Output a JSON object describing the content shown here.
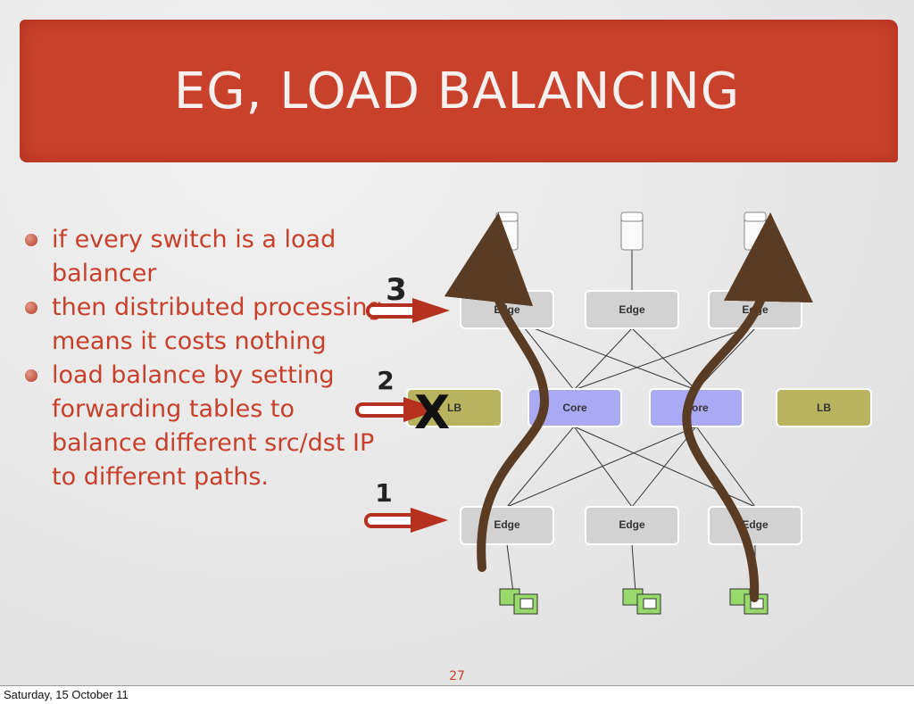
{
  "slide": {
    "title": "EG, LOAD BALANCING",
    "bullets": [
      "if every switch is a load balancer",
      "then distributed processing means it costs nothing",
      "load balance by setting forwarding tables to balance different src/dst IP to different paths."
    ],
    "page_number": "27"
  },
  "footer": {
    "date": "Saturday, 15 October 11"
  },
  "diagram": {
    "top_edges": [
      "Edge",
      "Edge",
      "Edge"
    ],
    "core_row": [
      "LB",
      "Core",
      "Core",
      "LB"
    ],
    "bottom_edges": [
      "Edge",
      "Edge",
      "Edge"
    ],
    "markers": [
      "3",
      "2",
      "1"
    ],
    "fail_mark": "X",
    "colors": {
      "edge_box": "#d0d0d0",
      "core_box": "#a9a9f4",
      "lb_box": "#b7b35f",
      "path": "#5a3b23",
      "marker_arrow": "#b5301e",
      "host": "#98d96b"
    }
  }
}
